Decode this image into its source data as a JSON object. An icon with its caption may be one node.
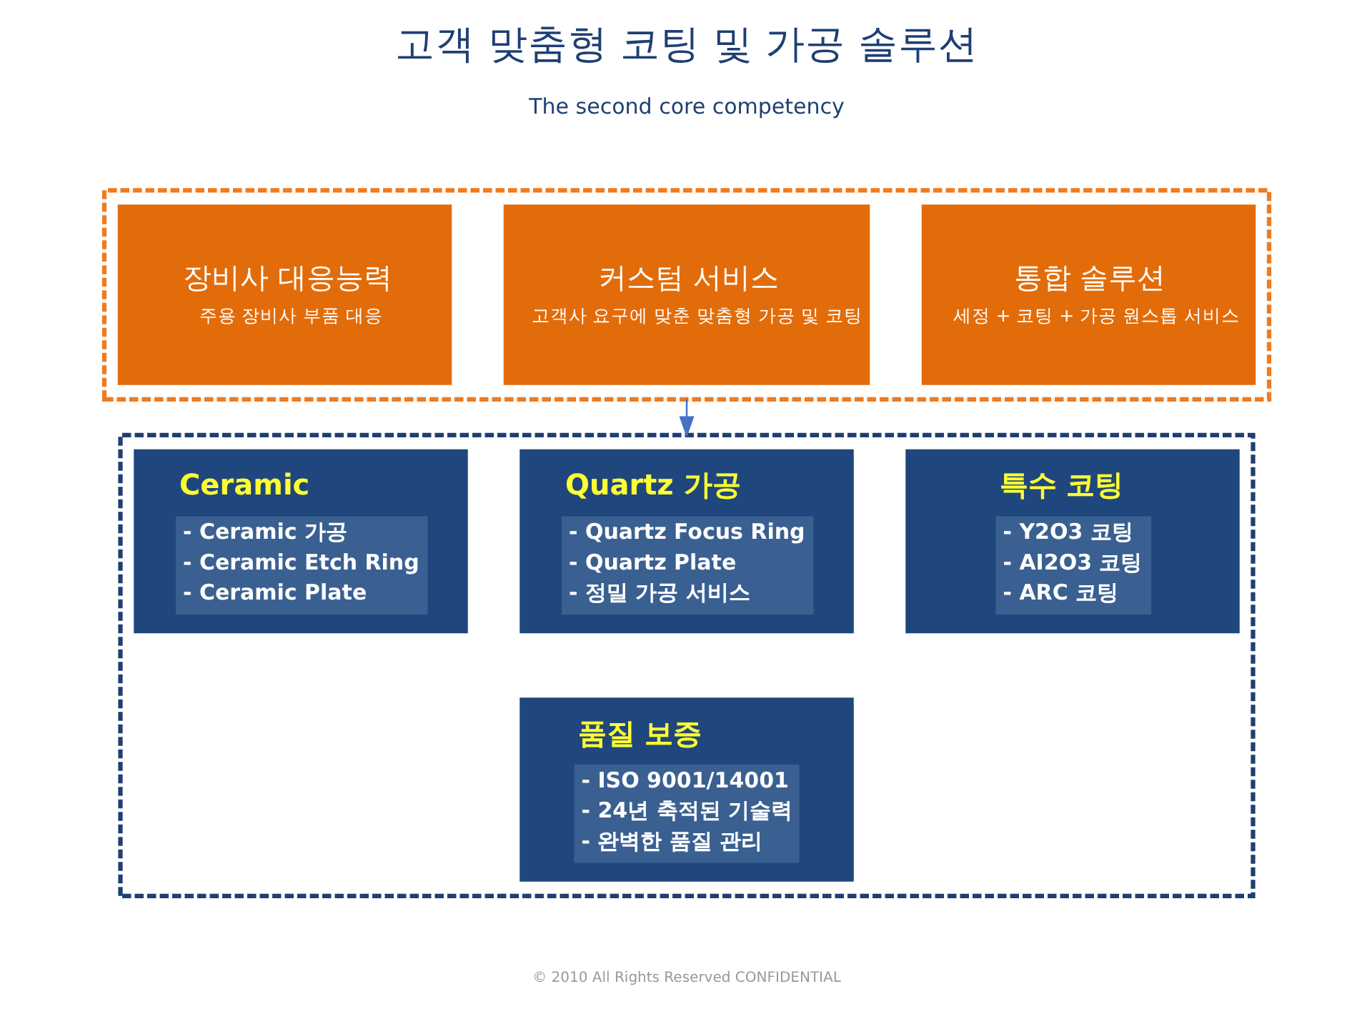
{
  "diagram": {
    "title": "고객 맞춤형 코팅 및 가공 솔루션",
    "nodes": [
      {
        "text": [],
        "shape": "box"
      },
      {
        "text": [
          "장비사 대응능력",
          "주용 장비사 부품 대응"
        ],
        "in": 0
      },
      {
        "text": [
          "커스텀 서비스",
          "고객사 요구에 맞춘 맞춤형 가공 및 코팅"
        ],
        "in": 0
      },
      {
        "text": [
          "통합 솔루션",
          "세정 + 코팅 + 가공 원스톱 서비스"
        ],
        "in": 0
      },
      {
        "text": [],
        "shape": "box"
      },
      {
        "text": [
          "Ceramic",
          "- Ceramic 가공",
          "- Ceramic Etch Ring",
          "- Ceramic Plate"
        ],
        "in": 4
      },
      {
        "text": [
          "Quartz 가공",
          "- Quartz Focus Ring",
          "- Quartz Plate",
          "- 정밀 가공 서비스"
        ],
        "in": 4
      },
      {
        "text": [
          "특수 코팅",
          "- Y2O3 코팅",
          "- AI2O3 코팅",
          "- ARC 코팅"
        ],
        "in": 4
      },
      {
        "text": [
          "품질 보증",
          "- ISO 9001/14001",
          "- 24년 축적된 기술력",
          "- 완벽한 품질 관리"
        ],
        "in": 4
      }
    ],
    "edges": [
      {
        "from": 0,
        "to": 4,
        "arrow": "to"
      }
    ],
    "labels": [
      "The second core competency",
      "© 2010 All Rights Reserved CONFIDENTIAL"
    ]
  }
}
